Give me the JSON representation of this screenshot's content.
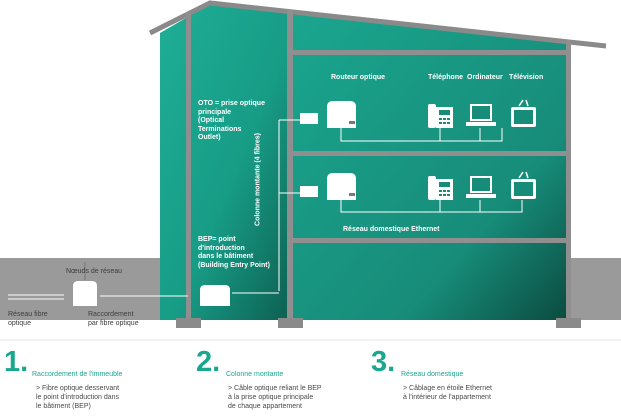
{
  "labels": {
    "routeur_optique": "Routeur optique",
    "telephone": "Téléphone",
    "ordinateur": "Ordinateur",
    "television": "Télévision",
    "oto": "OTO = prise optique\nprincipale\n(Optical\nTerminations\nOutlet)",
    "colonne_montante_vertical": "Colonne montante (4 fibres)",
    "bep": "BEP= point\nd'introduction\ndans le bâtiment\n(Building Entry Point)",
    "reseau_domestique_ethernet": "Réseau domestique Ethernet",
    "noeuds_de_reseau": "Nœuds de réseau",
    "reseau_fibre_optique": "Réseau fibre\noptique",
    "raccordement_par_fibre": "Raccordement\npar fibre optique"
  },
  "steps": [
    {
      "number": "1.",
      "title": "Raccordement de l'immeuble",
      "description": "> Fibre optique desservant\n   le point d'introduction dans\n   le bâtiment (BEP)"
    },
    {
      "number": "2.",
      "title": "Colonne montante",
      "description": "> Câble optique reliant le BEP\n   à la prise optique principale\n   de chaque appartement"
    },
    {
      "number": "3.",
      "title": "Réseau domestique",
      "description": "> Câblage en étoile Ethernet\n   à l'intérieur de l'appartement"
    }
  ],
  "colors": {
    "teal": "#1aa68f",
    "teal_dark": "#0f6b5b",
    "ground_gray": "#9b9b9b",
    "wall_gray": "#8f8f8f",
    "accent_number": "#1aa68f"
  },
  "icons": [
    "router-icon",
    "oto-box-icon",
    "telephone-icon",
    "computer-icon",
    "television-icon",
    "bep-box-icon",
    "network-node-icon"
  ]
}
